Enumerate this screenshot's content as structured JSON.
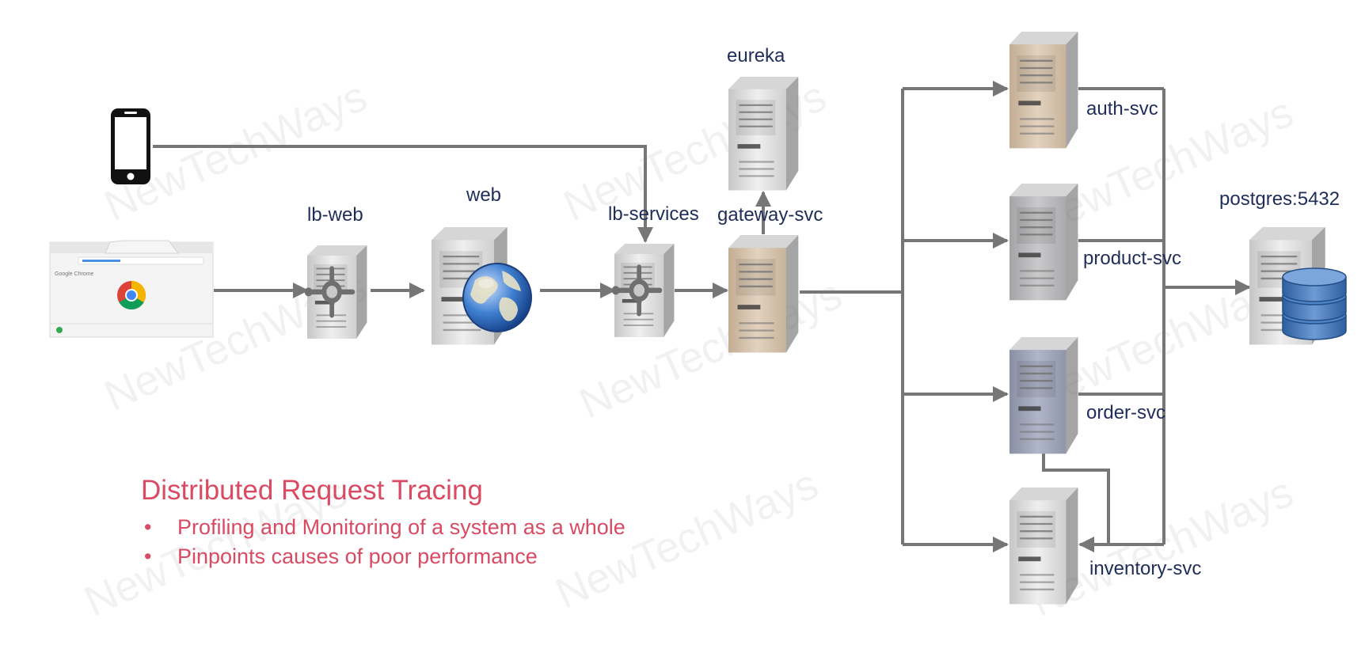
{
  "watermark": "NewTechWays",
  "nodes": {
    "mobile": {
      "label": ""
    },
    "browser": {
      "label": "",
      "brand_text": "Google Chrome"
    },
    "lb_web": {
      "label": "lb-web"
    },
    "web": {
      "label": "web"
    },
    "lb_services": {
      "label": "lb-services"
    },
    "gateway_svc": {
      "label": "gateway-svc"
    },
    "eureka": {
      "label": "eureka"
    },
    "auth_svc": {
      "label": "auth-svc"
    },
    "product_svc": {
      "label": "product-svc"
    },
    "order_svc": {
      "label": "order-svc"
    },
    "inventory_svc": {
      "label": "inventory-svc"
    },
    "postgres": {
      "label": "postgres:5432"
    }
  },
  "caption": {
    "title": "Distributed Request Tracing",
    "bullets": [
      "Profiling and Monitoring of a system as a whole",
      "Pinpoints causes of poor performance"
    ]
  },
  "colors": {
    "label": "#1f2d5a",
    "caption": "#d94a63",
    "connector": "#767676",
    "server_gray": "#dcdcdc",
    "server_tan": "#d3bfa8",
    "server_mid": "#b7b7b9",
    "server_slate": "#9ba0b4",
    "database": "#3f74b6"
  }
}
